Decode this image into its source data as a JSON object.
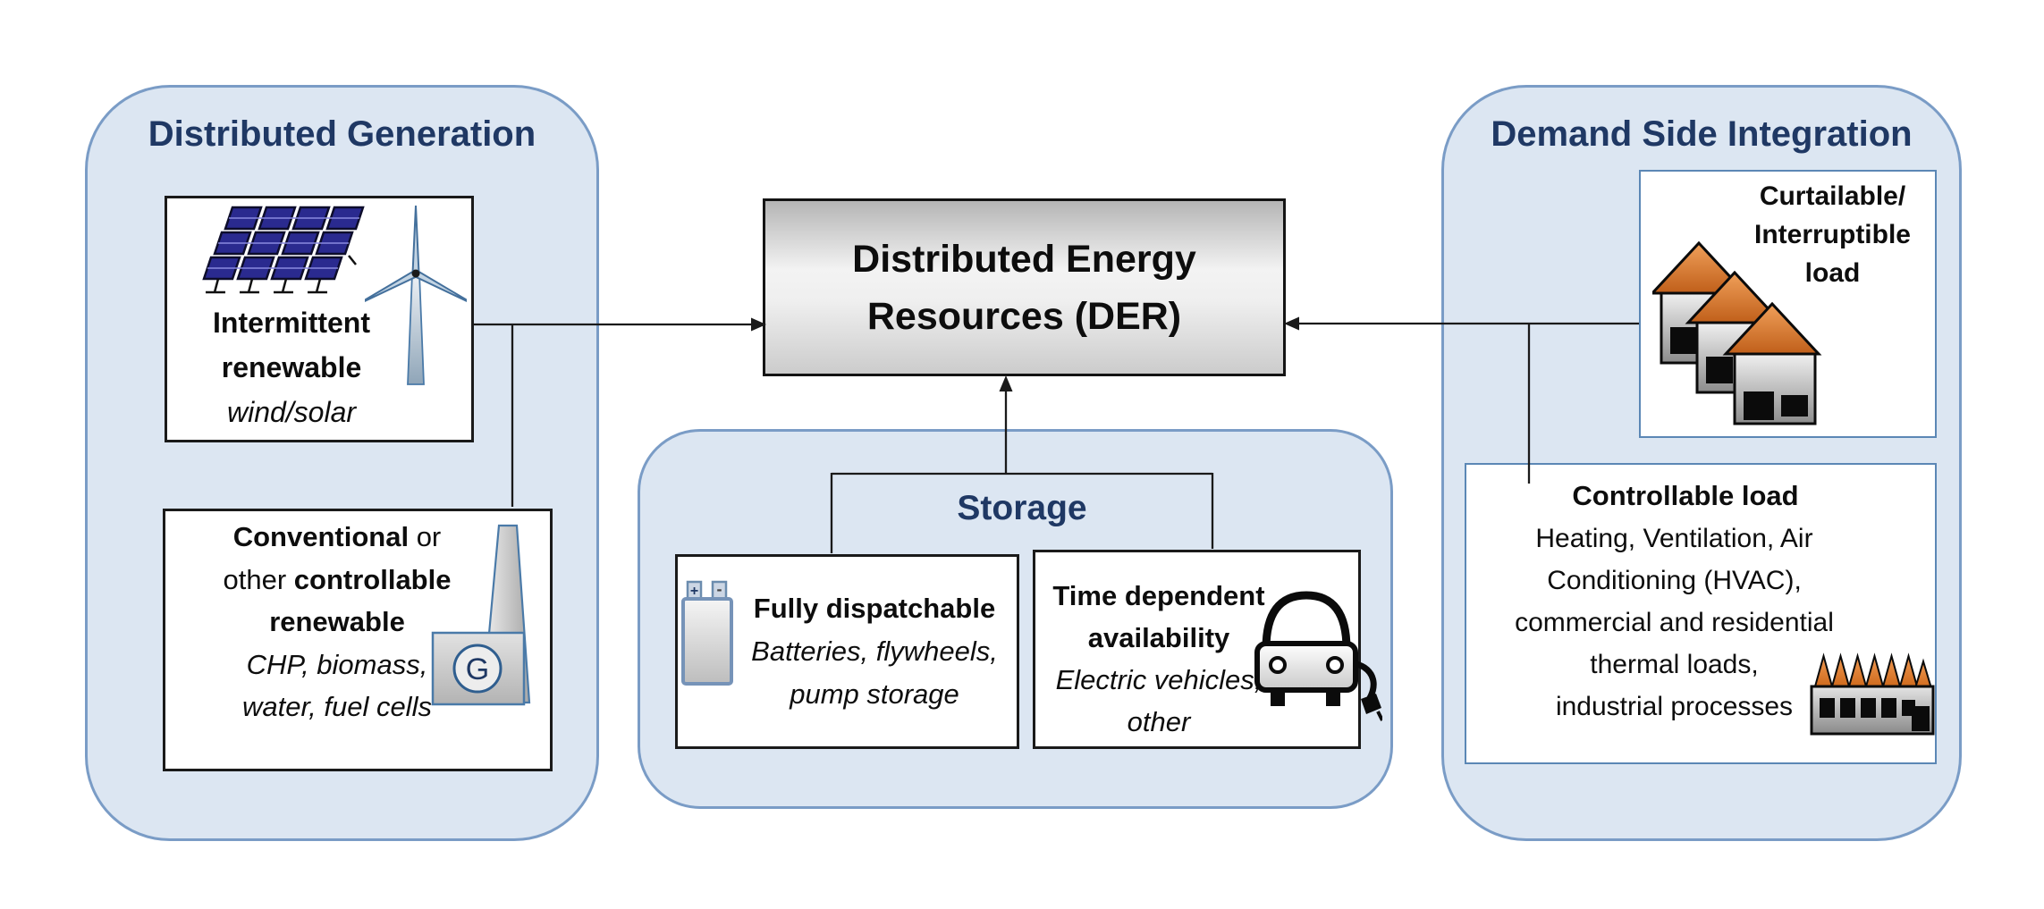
{
  "diagram": {
    "dg": {
      "title": "Distributed Generation",
      "intermittent": {
        "bold1": "Intermittent",
        "bold2": "renewable",
        "italic1": "wind/solar"
      },
      "conventional": {
        "b1": "Conventional",
        "r1": " or",
        "r2": "other ",
        "b2": "controllable",
        "b3": "renewable",
        "i1": "CHP, biomass,",
        "i2": "water, fuel cells",
        "generator_letter": "G"
      }
    },
    "der": {
      "line1": "Distributed Energy",
      "line2": "Resources (DER)"
    },
    "storage": {
      "title": "Storage",
      "fully_dispatchable": {
        "title": "Fully dispatchable",
        "i1": "Batteries, flywheels,",
        "i2": "pump storage",
        "battery_plus": "+",
        "battery_minus": "-"
      },
      "time_dependent": {
        "b1": "Time dependent",
        "b2": "availability",
        "i1": "Electric vehicles,",
        "i2": "other"
      }
    },
    "dsi": {
      "title": "Demand Side Integration",
      "curtailable": {
        "l1": "Curtailable/",
        "l2": "Interruptible",
        "l3": "load"
      },
      "controllable": {
        "title": "Controllable load",
        "lines": [
          "Heating, Ventilation, Air",
          "Conditioning (HVAC),",
          "commercial and residential",
          "thermal loads,",
          "industrial processes"
        ]
      }
    }
  },
  "colors": {
    "accent_navy": "#1f3864",
    "container_fill": "#dce6f2",
    "container_border": "#7a9cc6",
    "box_border_black": "#1a1a1a",
    "blue_box_border": "#5b87b5",
    "roof_orange": "#e07b39",
    "panel_blue": "#2a2a8f",
    "der_gray": "#d9d9d9"
  }
}
